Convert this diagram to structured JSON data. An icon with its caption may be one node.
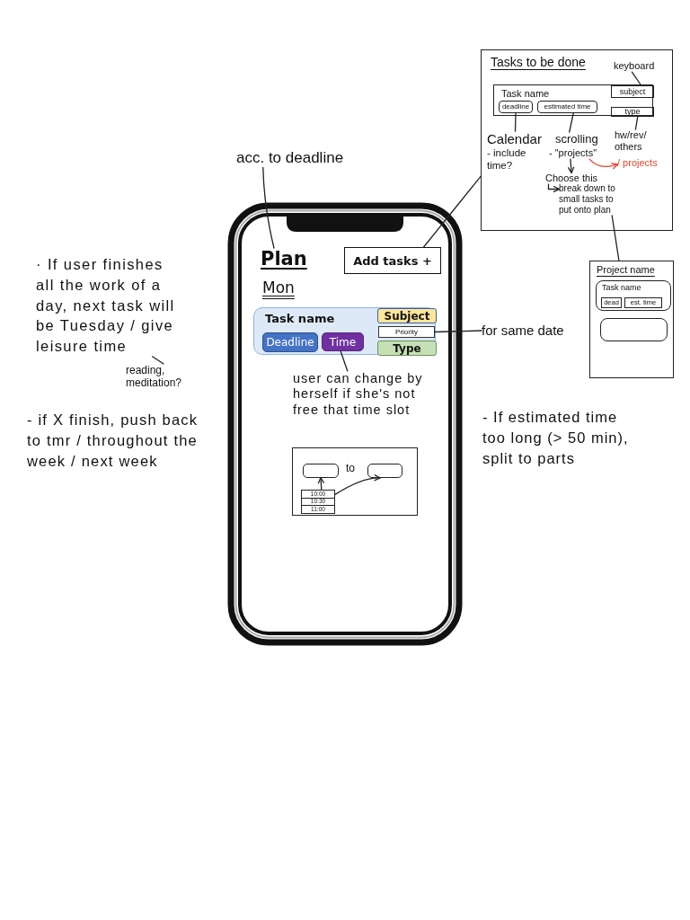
{
  "diagram": {
    "nodes": [
      {
        "text": [
          "Tasks to be done"
        ]
      },
      {
        "text": [
          "keyboard"
        ],
        "in": 0
      },
      {
        "text": [
          "Task name"
        ],
        "in": 0
      },
      {
        "text": [
          "subject"
        ],
        "in": 2
      },
      {
        "text": [
          "deadline"
        ],
        "in": 2
      },
      {
        "text": [
          "estimated time"
        ],
        "in": 2
      },
      {
        "text": [
          "type"
        ],
        "in": 2
      },
      {
        "text": [
          "Calendar",
          "- include time?"
        ],
        "in": 0
      },
      {
        "text": [
          "scrolling"
        ],
        "in": 0
      },
      {
        "text": [
          "- \"projects\""
        ],
        "in": 0
      },
      {
        "text": [
          "hw/rev/ others"
        ],
        "in": 0
      },
      {
        "text": [
          "/ projects"
        ],
        "in": 0
      },
      {
        "text": [
          "Choose this"
        ],
        "in": 0
      },
      {
        "text": [
          "break down to small tasks to put onto plan"
        ],
        "in": 0
      },
      {
        "text": [
          "acc. to deadline"
        ]
      },
      {
        "text": [],
        "shape": "phone"
      },
      {
        "text": [
          "Plan"
        ],
        "in": 15
      },
      {
        "text": [
          "Add tasks +"
        ],
        "in": 15
      },
      {
        "text": [
          "Task name"
        ],
        "in": 15
      },
      {
        "text": [
          "Deadline"
        ],
        "in": 18
      },
      {
        "text": [
          "Time"
        ],
        "in": 18
      },
      {
        "text": [
          "Subject"
        ],
        "in": 18
      },
      {
        "text": [
          "Priority"
        ],
        "in": 18
      },
      {
        "text": [
          "Type"
        ],
        "in": 18
      },
      {
        "text": [
          "user can change by herself if she's not free that time slot"
        ],
        "in": 15
      },
      {
        "text": [],
        "shape": "box",
        "in": 15
      },
      {
        "text": [],
        "shape": "box",
        "in": 25
      },
      {
        "text": [],
        "shape": "box",
        "in": 25
      },
      {
        "text": [
          "10:00",
          "10:30",
          "11:00"
        ],
        "in": 25
      },
      {
        "text": [
          "Project name"
        ]
      },
      {
        "text": [
          "Task name"
        ],
        "in": 29
      },
      {
        "text": [
          "dead"
        ],
        "in": 30
      },
      {
        "text": [
          "est. time"
        ],
        "in": 30
      },
      {
        "text": [],
        "shape": "box",
        "in": 29
      },
      {
        "text": [
          "· If user finishes all the work of a day, next task will be Tuesday / give leisure time"
        ]
      },
      {
        "text": [
          "reading, meditation?"
        ]
      },
      {
        "text": [
          "for same date"
        ]
      }
    ],
    "edges": [
      {
        "from": 1,
        "to": 3,
        "arrow": "none"
      },
      {
        "from": 7,
        "to": 4,
        "arrow": "none"
      },
      {
        "from": 8,
        "to": 5,
        "arrow": "none"
      },
      {
        "from": 10,
        "to": 6,
        "arrow": "none"
      },
      {
        "from": 9,
        "to": 12,
        "arrow": "to"
      },
      {
        "from": 9,
        "to": 11,
        "arrow": "to",
        "color": "#e8442e"
      },
      {
        "from": 12,
        "to": 13,
        "arrow": "to"
      },
      {
        "from": 13,
        "to": 29,
        "arrow": "none"
      },
      {
        "from": 0,
        "to": 17,
        "arrow": "none"
      },
      {
        "from": 14,
        "to": 16,
        "arrow": "none"
      },
      {
        "from": 24,
        "to": 20,
        "arrow": "none"
      },
      {
        "from": 36,
        "to": 22,
        "arrow": "none"
      },
      {
        "from": 28,
        "to": 26,
        "arrow": "to"
      },
      {
        "from": 28,
        "to": 27,
        "arrow": "to"
      },
      {
        "from": 34,
        "to": 35,
        "arrow": "none"
      }
    ],
    "labels": [
      "Mon",
      "- if X finish, push back to tmr / throughout the week / next week",
      "- If estimated time too long (> 50 min), split to parts",
      "to"
    ]
  }
}
